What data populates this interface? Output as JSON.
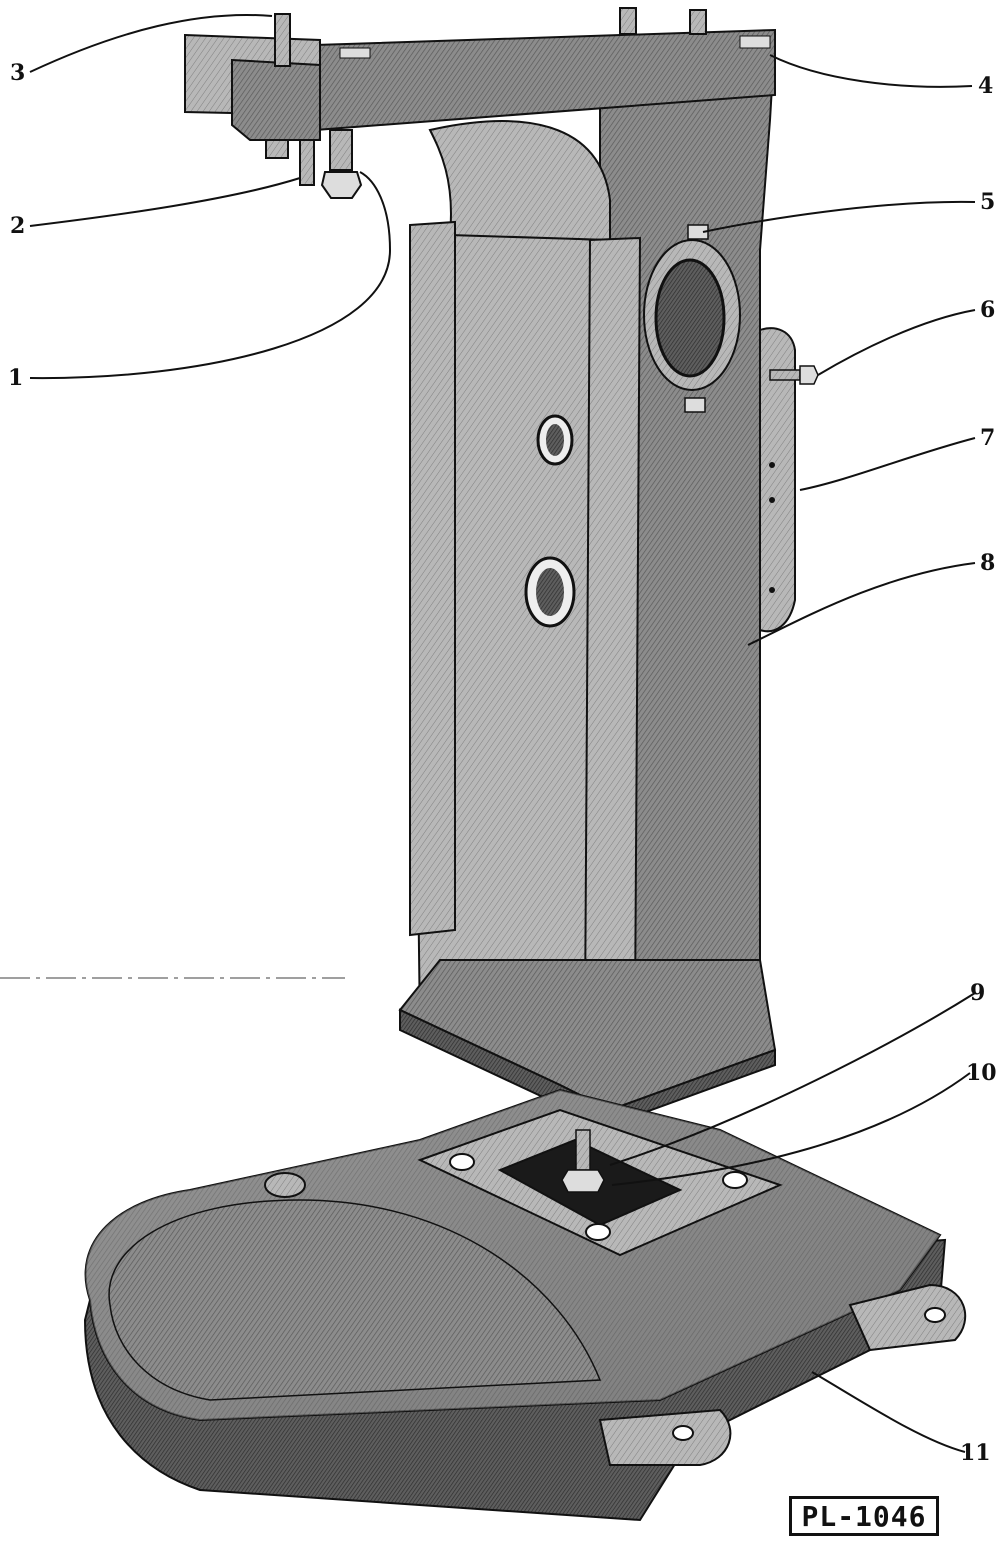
{
  "figure": {
    "plate_id": "PL-1046",
    "callouts": [
      {
        "number": "1"
      },
      {
        "number": "2"
      },
      {
        "number": "3"
      },
      {
        "number": "4"
      },
      {
        "number": "5"
      },
      {
        "number": "6"
      },
      {
        "number": "7"
      },
      {
        "number": "8"
      },
      {
        "number": "9"
      },
      {
        "number": "10"
      },
      {
        "number": "11"
      }
    ]
  },
  "colors": {
    "ink": "#111111",
    "casting_dark": "#6e6e6e",
    "casting_mid": "#9a9a9a",
    "casting_light": "#c4c4c4",
    "highlight": "#e6e6e6",
    "paper": "#ffffff"
  }
}
